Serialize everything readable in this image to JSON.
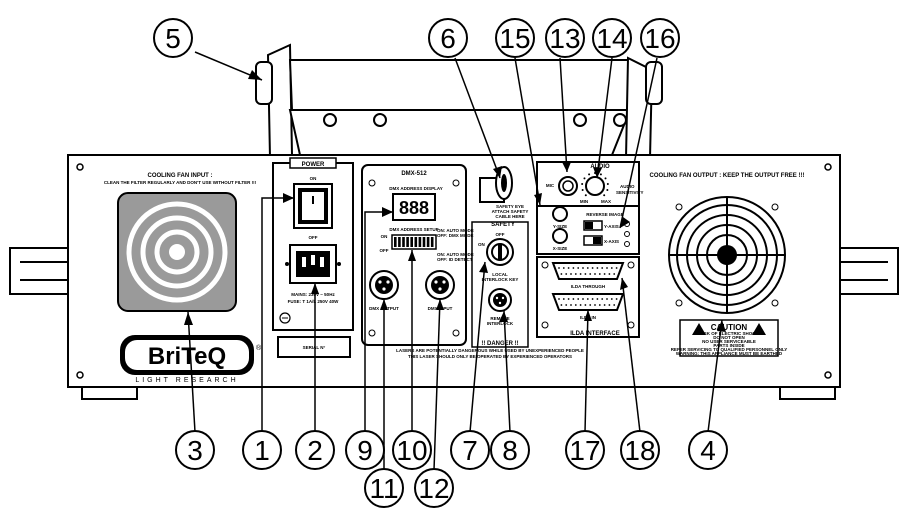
{
  "brand": {
    "name": "BriTeQ",
    "tagline": "LIGHT RESEARCH",
    "registered": "®"
  },
  "panel_text": {
    "cooling_in": "COOLING FAN INPUT :",
    "cooling_in_note": "CLEAN THE FILTER REGULARLY AND DON'T USE WITHOUT FILTER !!!",
    "cooling_out": "COOLING FAN OUTPUT :  KEEP THE OUTPUT FREE !!!",
    "power_title": "POWER",
    "on": "ON",
    "off": "OFF",
    "mains_line1": "MAINS: 230V ~ 50Hz",
    "mains_line2": "FUSE: T 1A/L 250V 40W",
    "serial": "SERIAL N°",
    "dmx_title": "DMX-512",
    "dmx_display": "DMX ADDRESS DISPLAY",
    "dmx_setup": "DMX ADDRESS SETUP",
    "dip_on": "ON",
    "dip_off": "OFF",
    "dip_note1": "ON: AUTO MODE",
    "dip_note2": "OFF: DMX MODE",
    "dip_note3": "ON: AUTO MODE",
    "dip_note4": "OFF: ID DETECT",
    "dmx_output": "DMX OUTPUT",
    "dmx_input": "DMX INPUT",
    "safety_eye": "SAFETY EYE",
    "attach_cable": "ATTACH SAFETY",
    "cable_here": "CABLE HERE",
    "safety_title": "SAFETY",
    "local_key1": "LOCAL",
    "local_key2": "INTERLOCK KEY",
    "remote1": "REMOTE",
    "remote2": "INTERLOCK",
    "danger": "!! DANGER !!",
    "danger_line1": "LASERS ARE POTENTIALLY DANGEROUS WHILE USED BY UNEXPERIENCED PEOPLE",
    "danger_line2": "THIS LASER SHOULD ONLY BE OPERATED BY EXPERIENCED OPERATORS",
    "audio_title": "AUDIO",
    "mic": "MIC",
    "audio_sens1": "AUDIO",
    "audio_sens2": "SENSITIVITY",
    "min": "MIN",
    "max": "MAX",
    "y_size": "Y-SIZE",
    "x_size": "X-SIZE",
    "reverse_image": "REVERSE IMAGE",
    "y_axis": "Y-AXIS",
    "x_axis": "X-AXIS",
    "ilda_through": "ILDA THROUGH",
    "ilda_in": "ILDA IN",
    "ilda_interface": "ILDA INTERFACE",
    "caution": "CAUTION",
    "caution_l1": "RISK OF ELECTRIC SHOCK",
    "caution_l2": "DO NOT OPEN",
    "caution_l3": "NO USER SERVICEABLE",
    "caution_l4": "PARTS INSIDE",
    "caution_l5": "REFER SERVICING TO QUALIFIED PERSONNEL ONLY",
    "caution_l6": "WARNING: THIS APPLIANCE MUST BE EARTHED"
  },
  "callouts": [
    "5",
    "6",
    "15",
    "13",
    "14",
    "16",
    "3",
    "1",
    "2",
    "9",
    "10",
    "7",
    "8",
    "17",
    "18",
    "4",
    "11",
    "12"
  ],
  "colors": {
    "ink": "#000000",
    "paper": "#ffffff",
    "panel_shade": "#e9e9e9"
  }
}
